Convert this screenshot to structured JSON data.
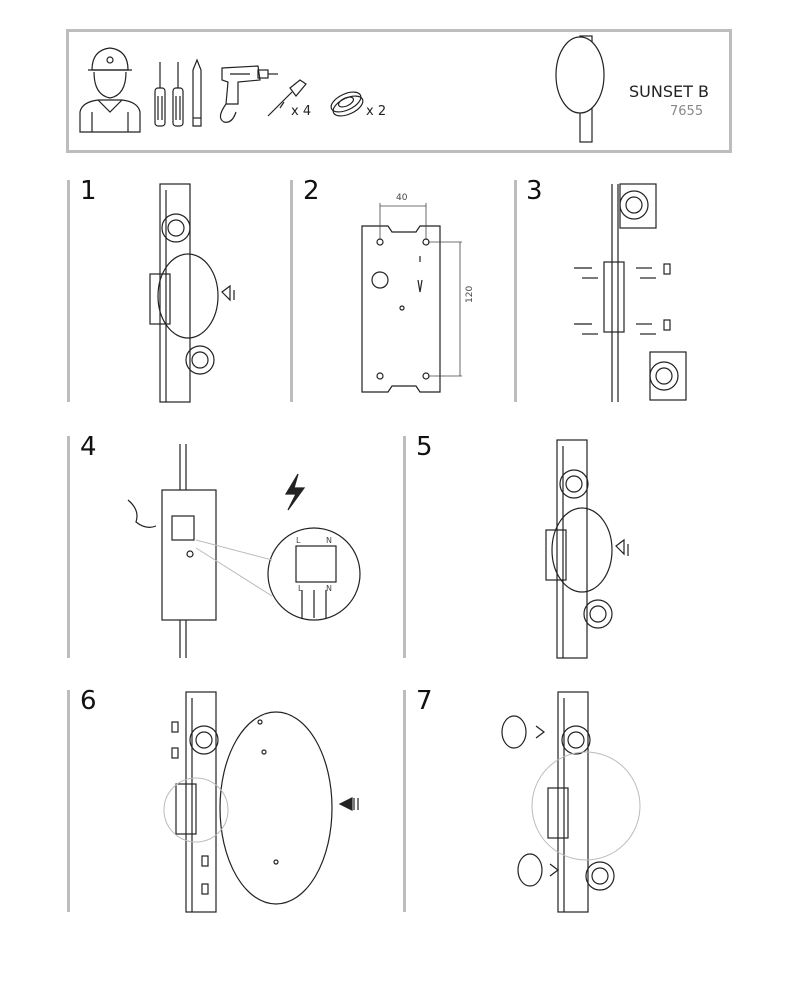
{
  "header": {
    "product_name": "SUNSET B",
    "product_code": "7655",
    "tools": [
      "worker-helmet",
      "screwdrivers",
      "pencil",
      "drill"
    ],
    "parts": [
      {
        "item": "screw-and-wall-plug",
        "quantity": "x 4"
      },
      {
        "item": "mounting-cap",
        "quantity": "x 2"
      }
    ]
  },
  "steps": [
    {
      "number": "1"
    },
    {
      "number": "2",
      "dimensions": {
        "width": "40",
        "height": "120"
      }
    },
    {
      "number": "3"
    },
    {
      "number": "4",
      "terminal_labels": [
        "L",
        "N"
      ]
    },
    {
      "number": "5"
    },
    {
      "number": "6"
    },
    {
      "number": "7"
    }
  ]
}
